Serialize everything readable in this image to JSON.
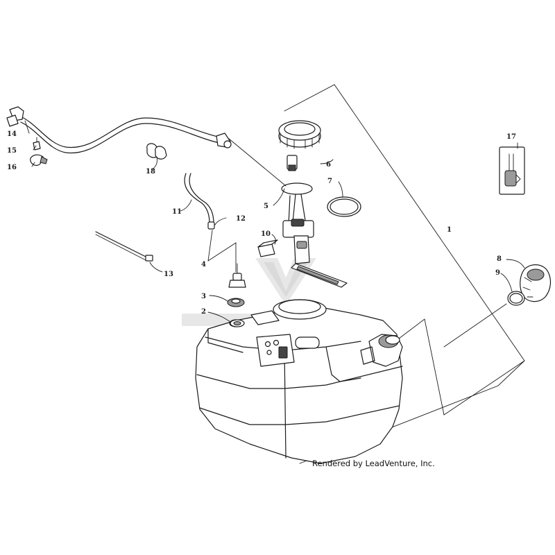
{
  "callouts": {
    "c1": "1",
    "c2": "2",
    "c3": "3",
    "c4": "4",
    "c5": "5",
    "c6": "6",
    "c7": "7",
    "c8": "8",
    "c9": "9",
    "c10": "10",
    "c11": "11",
    "c12": "12",
    "c13": "13",
    "c14": "14",
    "c15": "15",
    "c16": "16",
    "c17": "17",
    "c18": "18"
  },
  "credit": "Rendered by LeadVenture, Inc.",
  "colors": {
    "ink": "#1a1a1a",
    "background": "#ffffff",
    "watermark": "#c9c9c9"
  }
}
